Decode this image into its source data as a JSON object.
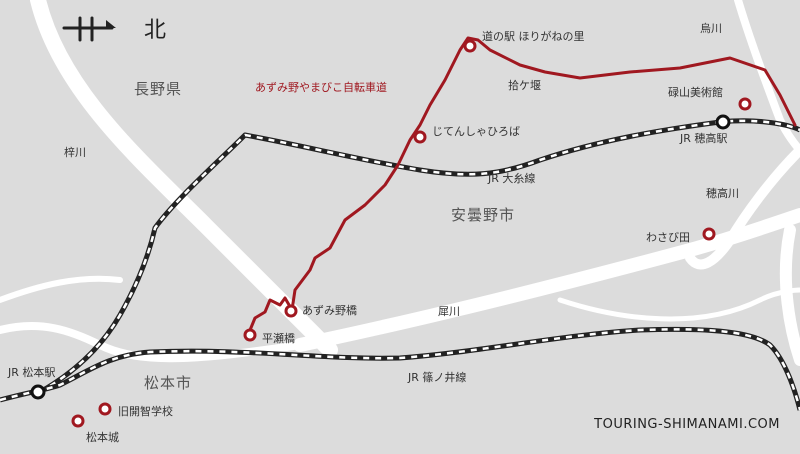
{
  "compass": {
    "label": "北",
    "icon": "north-arrow-icon"
  },
  "regions": {
    "nagano": "長野県",
    "azumino": "安曇野市",
    "matsumoto": "松本市"
  },
  "route": {
    "name": "あずみ野やまびこ自転車道",
    "color": "#a01820"
  },
  "places": {
    "michinoeki": "道の駅 ほりがねの里",
    "jitensha": "じてんしゃひろば",
    "azumino_bridge": "あずみ野橋",
    "hirase_bridge": "平瀬橋",
    "rokuzan": "碌山美術館",
    "wasabi": "わさび田",
    "kaichi": "旧開智学校",
    "matsumoto_castle": "松本城"
  },
  "stations": {
    "hotaka": "JR 穂高駅",
    "matsumoto": "JR 松本駅"
  },
  "railways": {
    "oito": "JR 大糸線",
    "shinonoi": "JR 篠ノ井線"
  },
  "rivers": {
    "karasu": "烏川",
    "azusa": "梓川",
    "hotaka": "穂高川",
    "sai": "犀川",
    "jukkanzeki": "拾ケ堰"
  },
  "credit": "TOURING-SHIMANAMI.COM",
  "colors": {
    "background": "#dcdcdc",
    "river": "#ffffff",
    "rail": "#222222",
    "route": "#a01820"
  }
}
